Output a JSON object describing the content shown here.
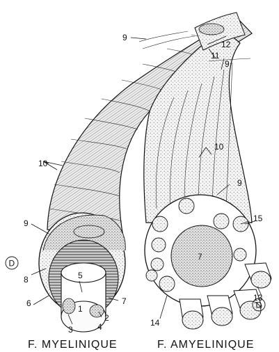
{
  "figure": {
    "captions": {
      "left": "F. MYELINIQUE",
      "right": "F. AMYELINIQUE"
    },
    "labels": {
      "n1": "1",
      "n2": "2",
      "n3": "3",
      "n4": "4",
      "n5": "5",
      "n6": "6",
      "n7a": "7",
      "n7b": "7",
      "n8": "8",
      "n9a": "9",
      "n9b": "9",
      "n9c": "9",
      "n9d": "9",
      "n10a": "10",
      "n10b": "10",
      "n11": "11",
      "n12": "12",
      "n13": "13",
      "n14": "14",
      "n15": "15",
      "dA": "D",
      "dB": "D"
    }
  }
}
